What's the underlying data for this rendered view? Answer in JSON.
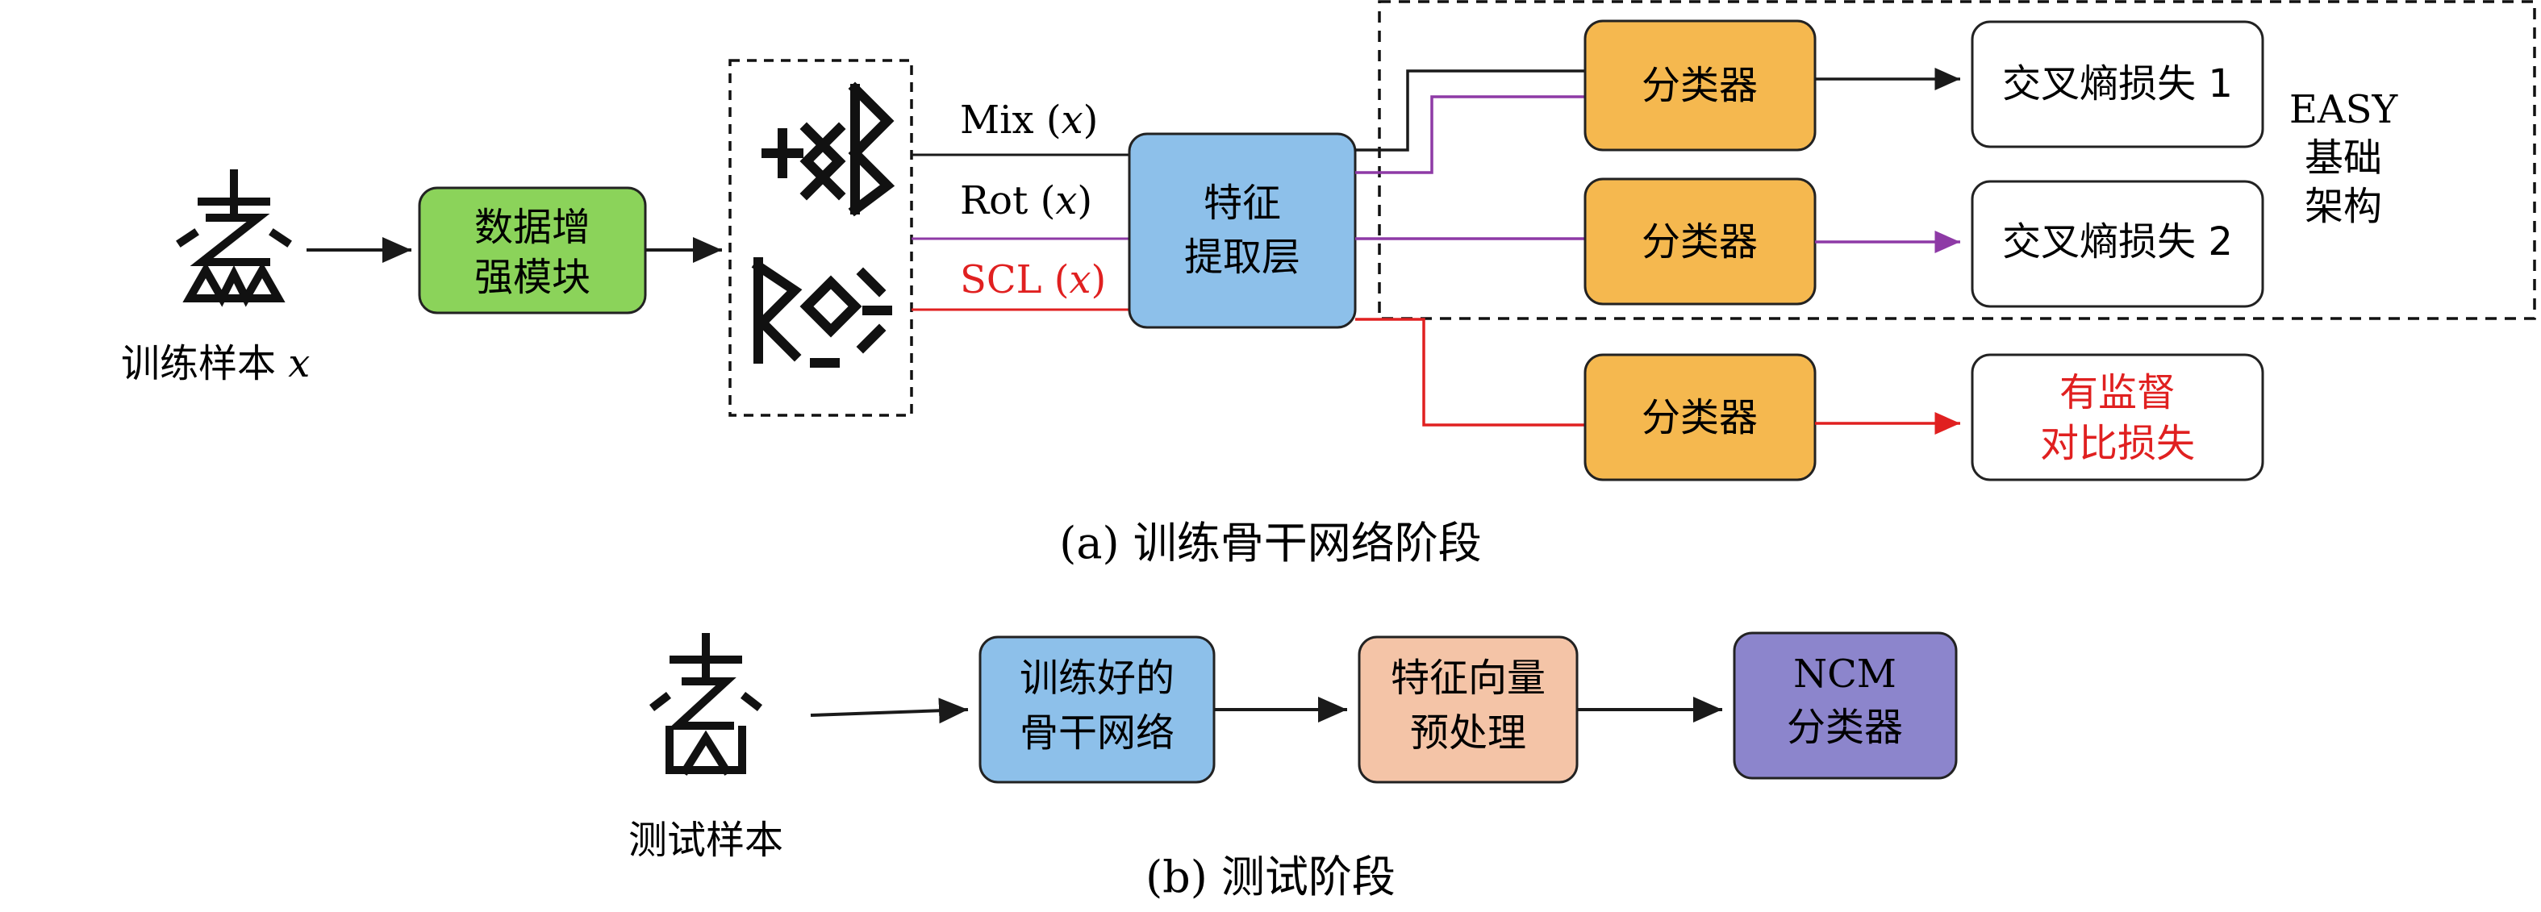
{
  "part_a": {
    "caption": "(a) 训练骨干网络阶段",
    "input_label_text": "训练样本 ",
    "input_label_var": "x",
    "aug_module": [
      "数据增",
      "强模块"
    ],
    "feature_extractor": [
      "特征",
      "提取层"
    ],
    "branches": {
      "mix": {
        "name": "Mix (",
        "var": "x",
        "close": ")",
        "color": "#1a1a1a"
      },
      "rot": {
        "name": "Rot (",
        "var": "x",
        "close": ")",
        "color": "#8e3aa6"
      },
      "scl": {
        "name": "SCL (",
        "var": "x",
        "close": ")",
        "color": "#e02020"
      }
    },
    "classifier_label": "分类器",
    "loss_1": "交叉熵损失 1",
    "loss_2": "交叉熵损失 2",
    "loss_3": [
      "有监督",
      "对比损失"
    ],
    "easy": [
      "EASY",
      "基础",
      "架构"
    ]
  },
  "part_b": {
    "caption": "(b) 测试阶段",
    "input_label": "测试样本",
    "backbone": [
      "训练好的",
      "骨干网络"
    ],
    "preprocess": [
      "特征向量",
      "预处理"
    ],
    "ncm": [
      "NCM",
      "分类器"
    ]
  },
  "colors": {
    "green": "#8bd35a",
    "blue": "#8dc0ea",
    "orange": "#f5b84f",
    "salmon": "#f4c4a7",
    "purple": "#8c85cc",
    "black": "#1a1a1a",
    "violet": "#8e3aa6",
    "red": "#e02020"
  },
  "icons": [
    "glyph-icon-train",
    "glyph-icon-aug-1",
    "glyph-icon-aug-2",
    "glyph-icon-test"
  ]
}
